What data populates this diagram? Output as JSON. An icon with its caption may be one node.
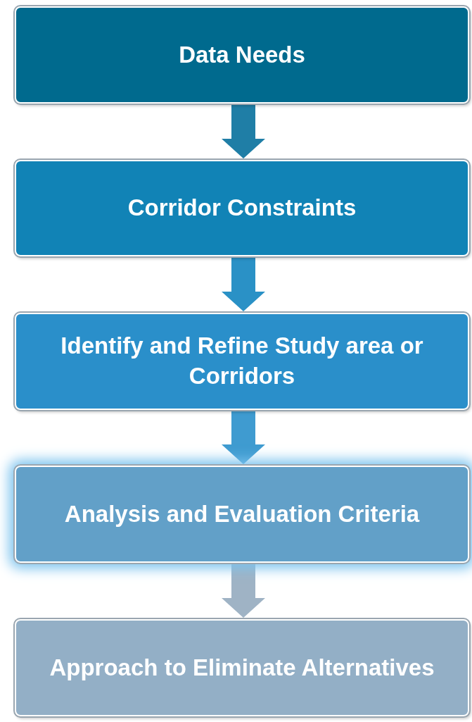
{
  "diagram": {
    "nodes": [
      {
        "text": [
          "Data Needs"
        ]
      },
      {
        "text": [
          "Corridor Constraints"
        ]
      },
      {
        "text": [
          "Identify and Refine Study area or Corridors"
        ]
      },
      {
        "text": [
          "Analysis and Evaluation Criteria"
        ]
      },
      {
        "text": [
          "Approach to Eliminate Alternatives"
        ]
      }
    ],
    "edges": [
      {
        "from": 0,
        "to": 1,
        "arrow": "to",
        "color": "#1f7ea6"
      },
      {
        "from": 1,
        "to": 2,
        "arrow": "to",
        "color": "#2a91c6"
      },
      {
        "from": 2,
        "to": 3,
        "arrow": "to",
        "color": "#3f9bd0"
      },
      {
        "from": 3,
        "to": 4,
        "arrow": "to",
        "color": "#9fb3c5"
      }
    ]
  }
}
